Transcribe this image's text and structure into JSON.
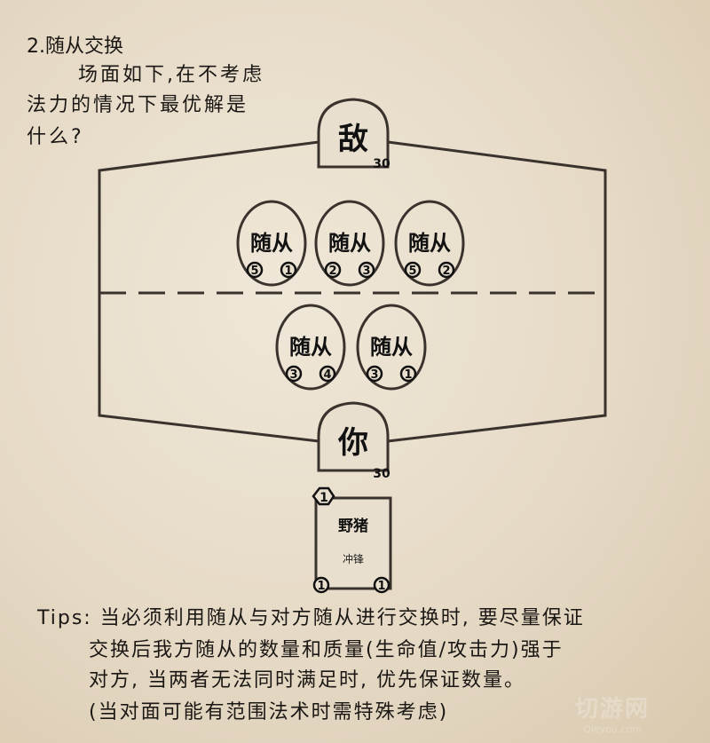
{
  "question": {
    "title": "2.随从交换",
    "lines": [
      "场面如下,在不考虑",
      "法力的情况下最优解是",
      "什么?"
    ]
  },
  "board": {
    "enemy_hero": {
      "label": "敌",
      "health": "30"
    },
    "your_hero": {
      "label": "你",
      "health": "30"
    },
    "enemy_minions": [
      {
        "label": "随从",
        "attack": "5",
        "health": "1"
      },
      {
        "label": "随从",
        "attack": "2",
        "health": "3"
      },
      {
        "label": "随从",
        "attack": "5",
        "health": "2"
      }
    ],
    "your_minions": [
      {
        "label": "随从",
        "attack": "3",
        "health": "4"
      },
      {
        "label": "随从",
        "attack": "3",
        "health": "1"
      }
    ]
  },
  "card": {
    "name": "野猪",
    "text": "冲锋",
    "cost": "1",
    "attack": "1",
    "health": "1"
  },
  "tips": [
    "Tips: 当必须利用随从与对方随从进行交换时, 要尽量保证",
    "交换后我方随从的数量和质量(生命值/攻击力)强于",
    "对方, 当两者无法同时满足时, 优先保证数量。",
    "(当对面可能有范围法术时需特殊考虑)"
  ],
  "watermark": {
    "name": "切游网",
    "url": "Qieyou.com"
  }
}
